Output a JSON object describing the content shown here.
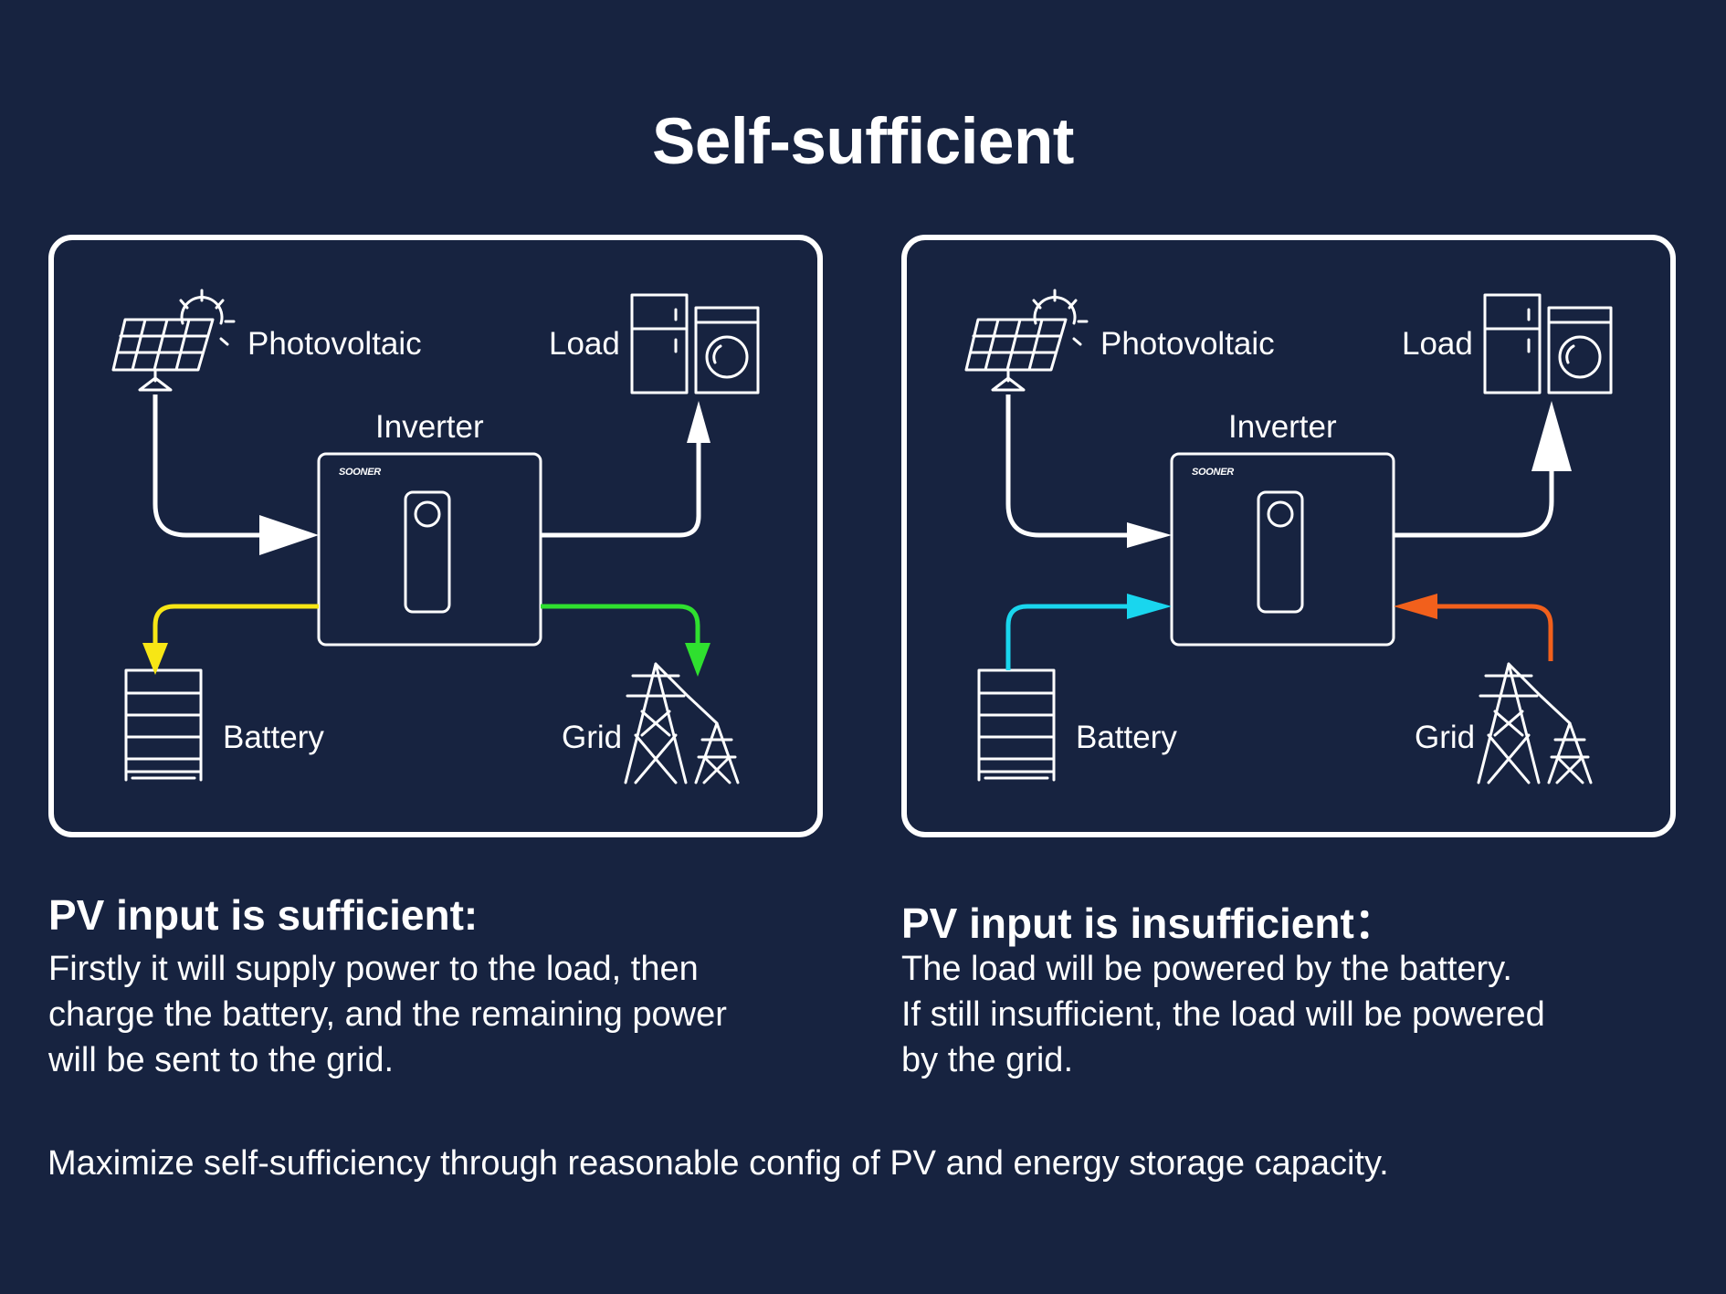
{
  "title": "Self-sufficient",
  "colors": {
    "background": "#172340",
    "line": "#ffffff",
    "left_to_battery": "#f7e615",
    "left_to_grid": "#2fe02f",
    "right_from_battery": "#19d6ee",
    "right_from_grid": "#f2601c"
  },
  "icons": [
    "solar-panel-icon",
    "sun-icon",
    "fridge-icon",
    "washing-machine-icon",
    "inverter-icon",
    "battery-icon",
    "transmission-tower-icon"
  ],
  "panels": [
    {
      "labels": {
        "photovoltaic": "Photovoltaic",
        "load": "Load",
        "inverter": "Inverter",
        "battery": "Battery",
        "grid": "Grid",
        "brand": "SOONER"
      }
    },
    {
      "labels": {
        "photovoltaic": "Photovoltaic",
        "load": "Load",
        "inverter": "Inverter",
        "battery": "Battery",
        "grid": "Grid",
        "brand": "SOONER"
      }
    }
  ],
  "cases": [
    {
      "heading": "PV input is sufficient:",
      "lines": [
        "Firstly it will  supply power to the load, then",
        "charge the battery, and the remaining power",
        "will be sent to the grid."
      ]
    },
    {
      "heading": "PV input is insufficient：",
      "lines": [
        "The load will be powered by the battery.",
        "If still insufficient, the load will be powered",
        "by the grid."
      ]
    }
  ],
  "footer": "Maximize self-sufficiency through reasonable config of PV and  energy storage capacity."
}
